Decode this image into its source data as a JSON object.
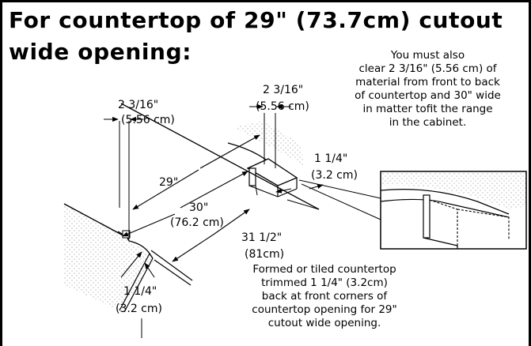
{
  "title": {
    "line1": "For countertop of 29\" (73.7cm) cutout",
    "line2": "wide opening:"
  },
  "note_top": [
    "You must also",
    "clear 2 3/16\" (5.56 cm) of",
    "material from front to back",
    "of countertop and 30\" wide",
    "in matter tofit the range",
    "in the cabinet."
  ],
  "note_bottom": [
    "Formed or tiled countertop",
    "trimmed 1 1/4\" (3.2cm)",
    "back at front corners of",
    "countertop opening for 29\"",
    "cutout wide opening."
  ],
  "dimensions": {
    "left_depth_in": "2 3/16\"",
    "left_depth_cm": "(5.56 cm)",
    "right_depth_in": "2 3/16\"",
    "right_depth_cm": "(5.56 cm)",
    "cutout_width": "29\"",
    "overall_width_in": "30\"",
    "overall_width_cm": "(76.2 cm)",
    "front_trim_in": "1 1/4\"",
    "front_trim_cm": "(3.2 cm)",
    "right_trim_in": "1 1/4\"",
    "right_trim_cm": "(3.2 cm)",
    "depth_in": "31 1/2\"",
    "depth_cm": "(81cm)"
  }
}
